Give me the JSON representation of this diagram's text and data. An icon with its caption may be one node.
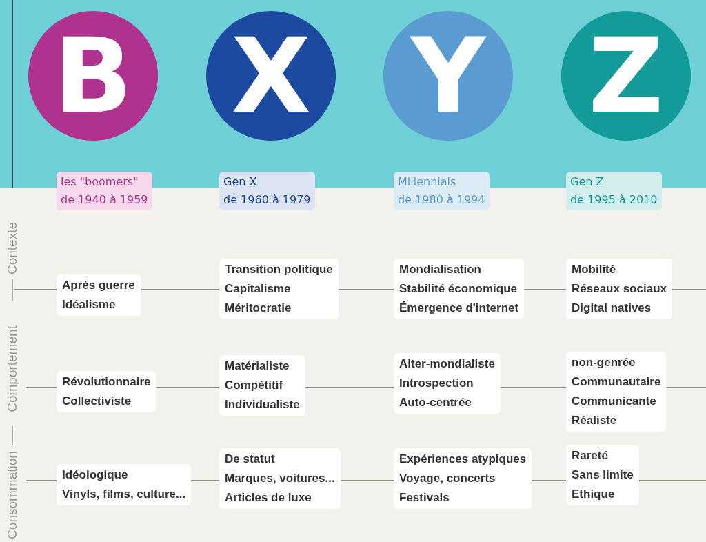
{
  "diagram": {
    "nodes": [
      {
        "text": [
          "B"
        ]
      },
      {
        "text": [
          "X"
        ]
      },
      {
        "text": [
          "Y"
        ]
      },
      {
        "text": [
          "Z"
        ]
      },
      {
        "text": [
          "les \"boomers\"",
          "de 1940 à 1959"
        ]
      },
      {
        "text": [
          "Gen X",
          "de 1960 à 1979"
        ]
      },
      {
        "text": [
          "Millennials",
          "de 1980 à 1994"
        ]
      },
      {
        "text": [
          "Gen Z",
          "de 1995 à 2010"
        ]
      },
      {
        "text": [
          "Après guerre",
          "Idéalisme"
        ]
      },
      {
        "text": [
          "Transition politique",
          "Capitalisme",
          "Méritocratie"
        ]
      },
      {
        "text": [
          "Mondialisation",
          "Stabilité économique",
          "Émergence d'internet"
        ]
      },
      {
        "text": [
          "Mobilité",
          "Réseaux sociaux",
          "Digital natives"
        ]
      },
      {
        "text": [
          "Révolutionnaire",
          "Collectiviste"
        ]
      },
      {
        "text": [
          "Matérialiste",
          "Compétitif",
          "Individualiste"
        ]
      },
      {
        "text": [
          "Alter-mondialiste",
          "Introspection",
          "Auto-centrée"
        ]
      },
      {
        "text": [
          "non-genrée",
          "Communautaire",
          "Communicante",
          "Réaliste"
        ]
      },
      {
        "text": [
          "Idéologique",
          "Vinyls, films, culture..."
        ]
      },
      {
        "text": [
          "De statut",
          "Marques, voitures...",
          "Articles de luxe"
        ]
      },
      {
        "text": [
          "Expériences atypiques",
          "Voyage, concerts",
          "Festivals"
        ]
      },
      {
        "text": [
          "Rareté",
          "Sans limite",
          "Ethique"
        ]
      }
    ],
    "edges": [
      {
        "from": null,
        "to": 8,
        "arrow": "none"
      },
      {
        "from": 8,
        "to": 9,
        "arrow": "none"
      },
      {
        "from": 9,
        "to": 10,
        "arrow": "none"
      },
      {
        "from": 10,
        "to": 11,
        "arrow": "none"
      },
      {
        "from": 11,
        "to": null,
        "arrow": "none"
      },
      {
        "from": null,
        "to": 12,
        "arrow": "none"
      },
      {
        "from": 12,
        "to": 13,
        "arrow": "none"
      },
      {
        "from": 13,
        "to": 14,
        "arrow": "none"
      },
      {
        "from": 14,
        "to": 15,
        "arrow": "none"
      },
      {
        "from": 15,
        "to": null,
        "arrow": "none"
      },
      {
        "from": null,
        "to": 16,
        "arrow": "none"
      },
      {
        "from": 16,
        "to": 17,
        "arrow": "none"
      },
      {
        "from": 17,
        "to": 18,
        "arrow": "none"
      },
      {
        "from": 18,
        "to": 19,
        "arrow": "none"
      },
      {
        "from": 19,
        "to": null,
        "arrow": "none"
      }
    ],
    "labels": [
      "Contexte",
      "Comportement",
      "Consommation"
    ]
  }
}
